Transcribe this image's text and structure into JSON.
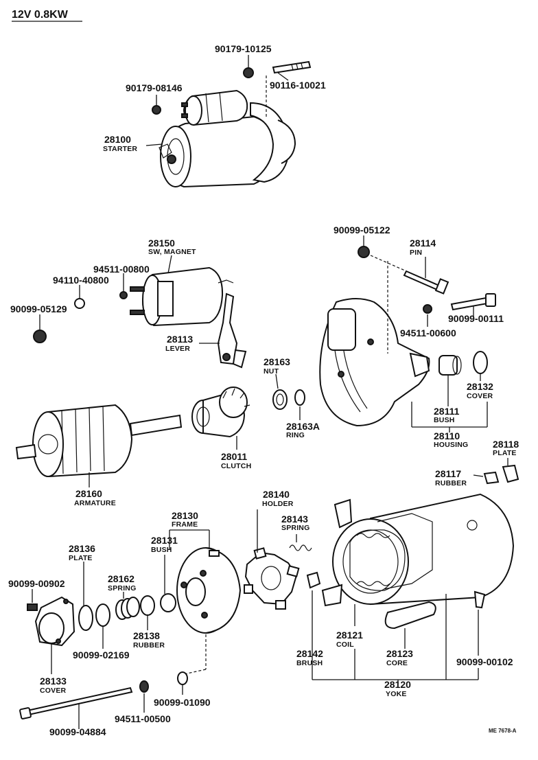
{
  "header": {
    "title": "12V  0.8KW"
  },
  "footer": {
    "code": "ME 7678-A"
  },
  "labels": {
    "p90179_10125": "90179-10125",
    "p90116_10021": "90116-10021",
    "p90179_08146": "90179-08146",
    "p28100_num": "28100",
    "p28100_name": "STARTER",
    "p90099_05122": "90099-05122",
    "p28114_num": "28114",
    "p28114_name": "PIN",
    "p28150_num": "28150",
    "p28150_name": "SW, MAGNET",
    "p94511_00800": "94511-00800",
    "p94110_40800": "94110-40800",
    "p90099_05129": "90099-05129",
    "p90099_00111": "90099-00111",
    "p94511_00600": "94511-00600",
    "p28113_num": "28113",
    "p28113_name": "LEVER",
    "p28163_num": "28163",
    "p28163_name": "NUT",
    "p28163A_num": "28163A",
    "p28163A_name": "RING",
    "p28132_num": "28132",
    "p28132_name": "COVER",
    "p28111_num": "28111",
    "p28111_name": "BUSH",
    "p28110_num": "28110",
    "p28110_name": "HOUSING",
    "p28118_num": "28118",
    "p28118_name": "PLATE",
    "p28117_num": "28117",
    "p28117_name": "RUBBER",
    "p28011_num": "28011",
    "p28011_name": "CLUTCH",
    "p28160_num": "28160",
    "p28160_name": "ARMATURE",
    "p28140_num": "28140",
    "p28140_name": "HOLDER",
    "p28143_num": "28143",
    "p28143_name": "SPRING",
    "p28130_num": "28130",
    "p28130_name": "FRAME",
    "p28131_num": "28131",
    "p28131_name": "BUSH",
    "p28136_num": "28136",
    "p28136_name": "PLATE",
    "p28162_num": "28162",
    "p28162_name": "SPRING",
    "p90099_00902": "90099-00902",
    "p28138_num": "28138",
    "p28138_name": "RUBBER",
    "p90099_02169": "90099-02169",
    "p28133_num": "28133",
    "p28133_name": "COVER",
    "p90099_01090": "90099-01090",
    "p94511_00500": "94511-00500",
    "p90099_04884": "90099-04884",
    "p28121_num": "28121",
    "p28121_name": "COIL",
    "p28142_num": "28142",
    "p28142_name": "BRUSH",
    "p28123_num": "28123",
    "p28123_name": "CORE",
    "p90099_00102": "90099-00102",
    "p28120_num": "28120",
    "p28120_name": "YOKE"
  }
}
